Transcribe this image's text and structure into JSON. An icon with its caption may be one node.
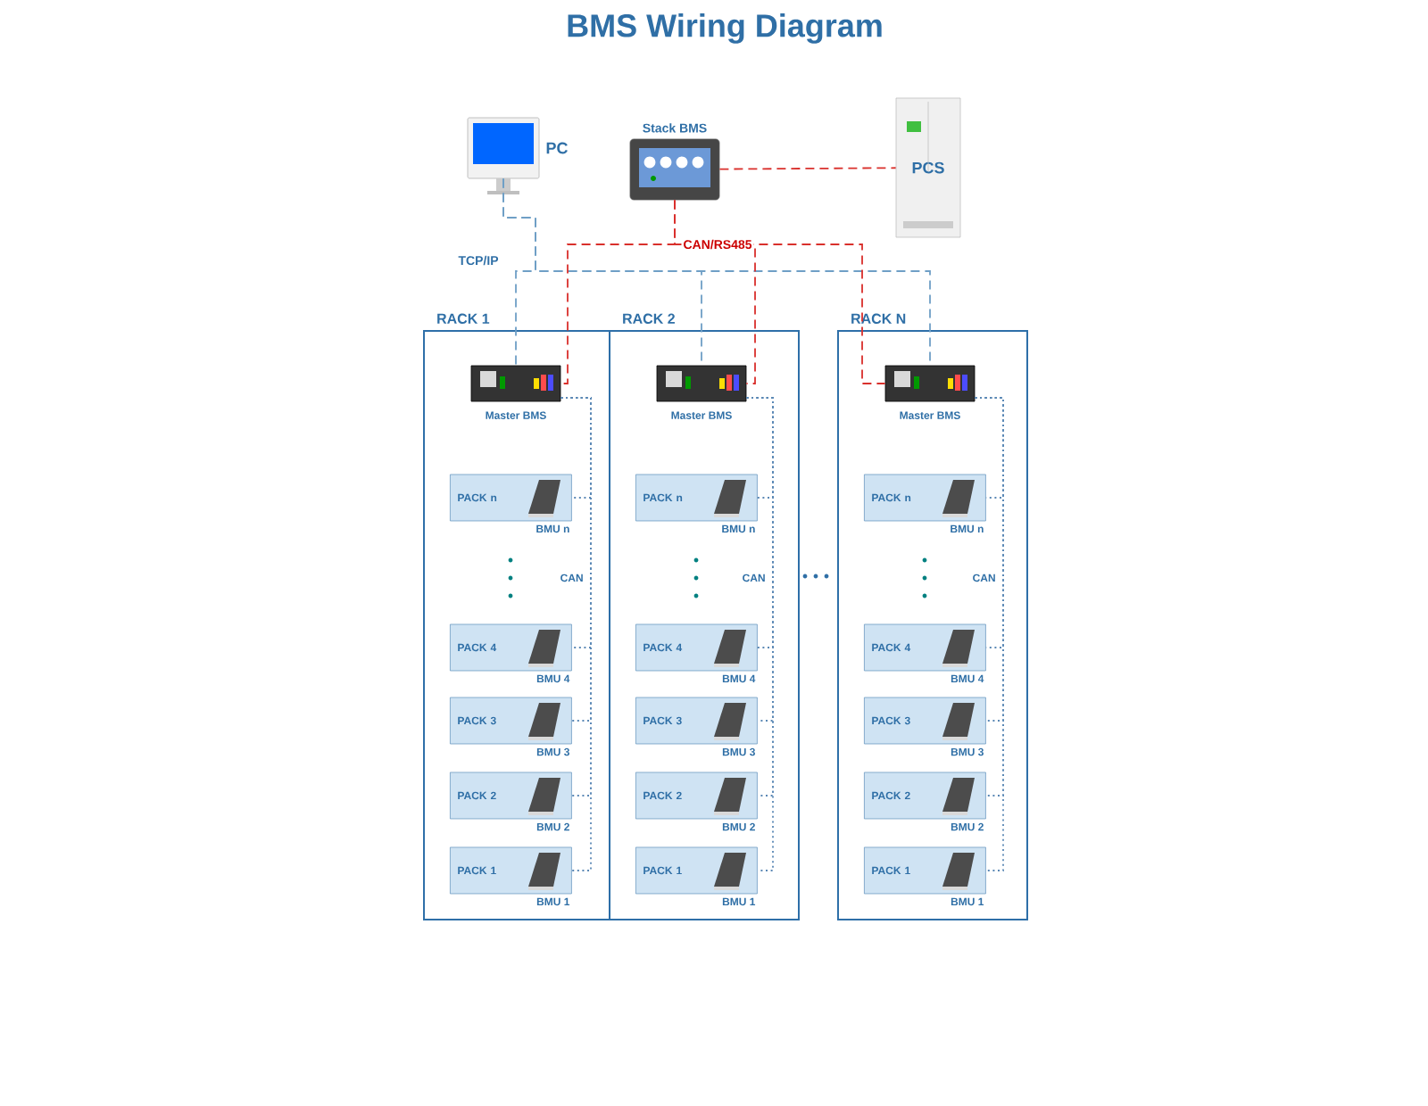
{
  "diagram": {
    "title": "BMS Wiring Diagram",
    "nodes": [
      {
        "text": [
          "PC"
        ]
      },
      {
        "text": [
          "Stack BMS"
        ]
      },
      {
        "text": [
          "PCS"
        ]
      },
      {
        "text": [
          "RACK 1"
        ]
      },
      {
        "text": [
          "Master BMS"
        ],
        "in": 3
      },
      {
        "text": [
          "PACK n",
          "BMU n"
        ],
        "in": 3
      },
      {
        "text": [
          "PACK 4",
          "BMU 4"
        ],
        "in": 3
      },
      {
        "text": [
          "PACK 3",
          "BMU 3"
        ],
        "in": 3
      },
      {
        "text": [
          "PACK 2",
          "BMU 2"
        ],
        "in": 3
      },
      {
        "text": [
          "PACK 1",
          "BMU 1"
        ],
        "in": 3
      },
      {
        "text": [
          "RACK 2"
        ]
      },
      {
        "text": [
          "Master BMS"
        ],
        "in": 10
      },
      {
        "text": [
          "PACK n",
          "BMU n"
        ],
        "in": 10
      },
      {
        "text": [
          "PACK 4",
          "BMU 4"
        ],
        "in": 10
      },
      {
        "text": [
          "PACK 3",
          "BMU 3"
        ],
        "in": 10
      },
      {
        "text": [
          "PACK 2",
          "BMU 2"
        ],
        "in": 10
      },
      {
        "text": [
          "PACK 1",
          "BMU 1"
        ],
        "in": 10
      },
      {
        "text": [
          "RACK N"
        ]
      },
      {
        "text": [
          "Master BMS"
        ],
        "in": 17
      },
      {
        "text": [
          "PACK n",
          "BMU n"
        ],
        "in": 17
      },
      {
        "text": [
          "PACK 4",
          "BMU 4"
        ],
        "in": 17
      },
      {
        "text": [
          "PACK 3",
          "BMU 3"
        ],
        "in": 17
      },
      {
        "text": [
          "PACK 2",
          "BMU 2"
        ],
        "in": 17
      },
      {
        "text": [
          "PACK 1",
          "BMU 1"
        ],
        "in": 17
      }
    ],
    "edges": [
      {
        "from": 0,
        "to": 4,
        "arrow": "none",
        "label": "TCP/IP",
        "style": "dashed",
        "color": "#6f9fc6"
      },
      {
        "from": 0,
        "to": 11,
        "arrow": "none",
        "style": "dashed",
        "color": "#6f9fc6"
      },
      {
        "from": 0,
        "to": 18,
        "arrow": "none",
        "style": "dashed",
        "color": "#6f9fc6"
      },
      {
        "from": 1,
        "to": 2,
        "arrow": "none",
        "style": "dashed",
        "color": "#d9302c"
      },
      {
        "from": 1,
        "to": 4,
        "arrow": "none",
        "style": "dashed",
        "color": "#d9302c"
      },
      {
        "from": 1,
        "to": 11,
        "arrow": "none",
        "label": "CAN/RS485",
        "style": "dashed",
        "color": "#d9302c"
      },
      {
        "from": 1,
        "to": 18,
        "arrow": "none",
        "style": "dashed",
        "color": "#d9302c"
      },
      {
        "from": 4,
        "to": 5,
        "arrow": "none"
      },
      {
        "from": 4,
        "to": 6,
        "arrow": "none",
        "label": "CAN"
      },
      {
        "from": 4,
        "to": 7,
        "arrow": "none"
      },
      {
        "from": 4,
        "to": 8,
        "arrow": "none"
      },
      {
        "from": 4,
        "to": 9,
        "arrow": "none"
      },
      {
        "from": 11,
        "to": 12,
        "arrow": "none"
      },
      {
        "from": 11,
        "to": 13,
        "arrow": "none",
        "label": "CAN"
      },
      {
        "from": 11,
        "to": 14,
        "arrow": "none"
      },
      {
        "from": 11,
        "to": 15,
        "arrow": "none"
      },
      {
        "from": 11,
        "to": 16,
        "arrow": "none"
      },
      {
        "from": 18,
        "to": 19,
        "arrow": "none"
      },
      {
        "from": 18,
        "to": 20,
        "arrow": "none",
        "label": "CAN"
      },
      {
        "from": 18,
        "to": 21,
        "arrow": "none"
      },
      {
        "from": 18,
        "to": 22,
        "arrow": "none"
      },
      {
        "from": 18,
        "to": 23,
        "arrow": "none"
      }
    ]
  }
}
